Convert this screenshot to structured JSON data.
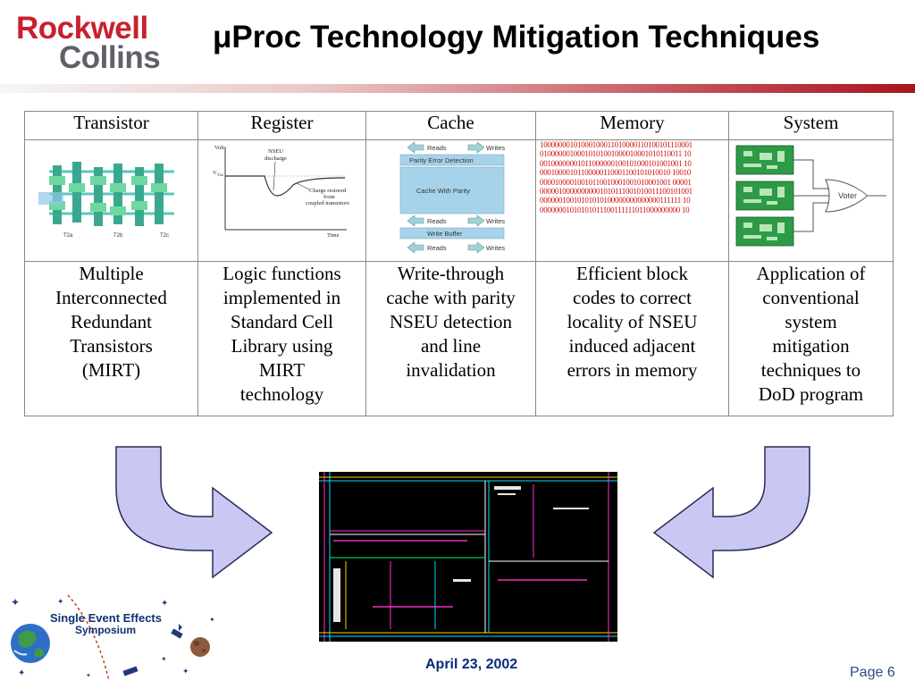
{
  "logo": {
    "line1": "Rockwell",
    "line2": "Collins"
  },
  "title": {
    "mu": "μ",
    "text": "Proc Technology Mitigation Techniques"
  },
  "table": {
    "headers": [
      "Transistor",
      "Register",
      "Cache",
      "Memory",
      "System"
    ],
    "descriptions": [
      [
        "Multiple",
        "Interconnected",
        "Redundant",
        "Transistors",
        "(MIRT)"
      ],
      [
        "Logic functions",
        "implemented in",
        "Standard Cell",
        "Library using",
        "MIRT",
        "technology"
      ],
      [
        "Write-through",
        "cache with parity",
        "NSEU detection",
        "and line",
        "invalidation"
      ],
      [
        "Efficient block",
        "codes to correct",
        "locality of NSEU",
        "induced adjacent",
        "errors in memory"
      ],
      [
        "Application of",
        "conventional",
        "system",
        "mitigation",
        "techniques to",
        "DoD program"
      ]
    ]
  },
  "register_fig": {
    "volts": "Volts",
    "vt2a": "V",
    "vt2a_sub": "T2a",
    "nseu1": "NSEU",
    "nseu2": "discharge",
    "charge1": "Charge restored",
    "charge2": "from",
    "charge3": "coupled transistors",
    "time": "Time"
  },
  "cache_fig": {
    "reads": "Reads",
    "writes": "Writes",
    "parity": "Parity Error Detection",
    "cache": "Cache With Parity",
    "buffer": "Write Buffer"
  },
  "memory_bits": [
    "10000000101000100011010000110100101110001",
    "01000000100010101001000010001010110011 10",
    "00100000001011000000100101000101001001 10",
    "00010000101100000110001100101010010 10010",
    "00001000010010110010001001010001001 00001",
    "00000100000000001010111001010011100101001",
    "00000010010101010100000000000000111111 10",
    "00000001010101011100111111011000000000 10"
  ],
  "system_fig": {
    "voter": "Voter"
  },
  "transistor_fig": {
    "labels": [
      "T2a",
      "T2b",
      "T2c"
    ]
  },
  "footer": {
    "date": "April 23, 2002",
    "page": "Page 6",
    "see_line1": "Single Event Effects",
    "see_line2": "Symposium"
  },
  "colors": {
    "brand_red": "#c8202f",
    "brand_gray": "#5f6169",
    "arrow_fill": "#c8c8f2",
    "date_blue": "#0a2a7a"
  }
}
